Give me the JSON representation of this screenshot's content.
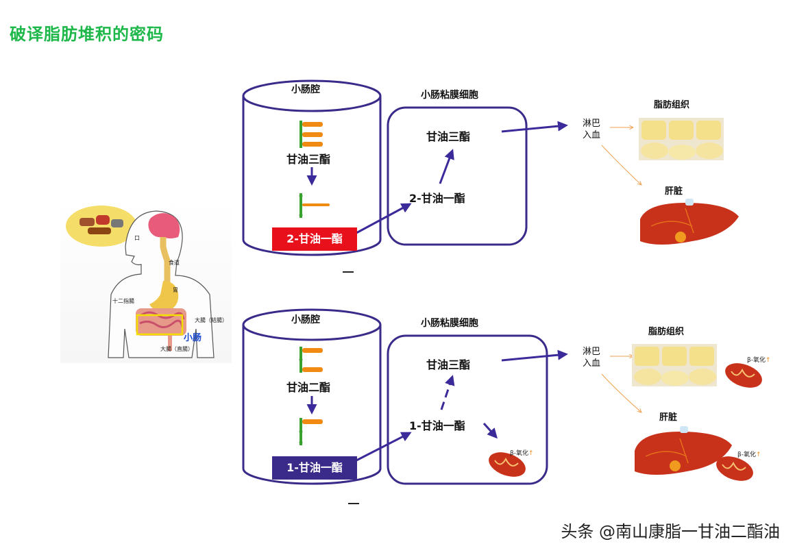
{
  "title": "破译脂肪堆积的密码",
  "body_diagram": {
    "mouth": "口",
    "esophagus": "食道",
    "stomach": "胃",
    "duodenum": "十二指腸",
    "colon": "大腸（結腸）",
    "small_intestine": "小肠",
    "rectum": "大腸（直腸）"
  },
  "top_panel": {
    "lumen_label": "小肠腔",
    "lumen_substance": "甘油三酯",
    "lumen_product": "2-甘油一酯",
    "cell_label": "小肠粘膜细胞",
    "cell_product": "甘油三酯",
    "cell_input": "2-甘油一酯",
    "route": [
      "淋巴",
      "入血"
    ],
    "adipose_label": "脂肪组织",
    "liver_label": "肝脏"
  },
  "bottom_panel": {
    "lumen_label": "小肠腔",
    "lumen_substance": "甘油二酯",
    "lumen_product": "1-甘油一酯",
    "cell_label": "小肠粘膜细胞",
    "cell_product": "甘油三酯",
    "cell_input": "1-甘油一酯",
    "oxidation": "β-氧化",
    "route": [
      "淋巴",
      "入血"
    ],
    "adipose_label": "脂肪组织",
    "liver_label": "肝脏"
  },
  "watermark": "头条 @南山康脂一甘油二酯油",
  "colors": {
    "title": "#1eb84a",
    "container_outline": "#3a2a8a",
    "arrow": "#3a2a9a",
    "red_tag": "#e8101a",
    "blue_tag": "#3a2a8a",
    "fat_chain": "#f08a12",
    "liver": "#c8321a",
    "orange_arrow": "#f0a050"
  }
}
